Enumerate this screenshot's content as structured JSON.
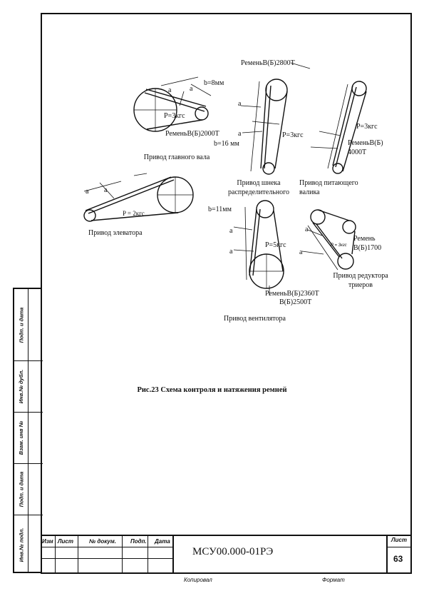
{
  "labels": {
    "b8": "b=8мм",
    "a": "а",
    "p3_main": "P=3кгс",
    "belt_2000": "РеменьВ(Б)2000Т",
    "main_shaft": "Привод главного вала",
    "belt_2800": "РеменьВ(Б)2800Т",
    "p3_auger": "P=3кгс",
    "b16": "b=16 мм",
    "auger": "Привод шнека распределительного",
    "p3_feed": "P=3кгс",
    "belt_4000": "РеменьВ(Б) 4000Т",
    "feed": "Привод питающего валика",
    "p2": "P = 2кгс",
    "elevator": "Привод элеватора",
    "b11": "b=11мм",
    "p5": "P=5кгс",
    "belt_2360": "РеменьВ(Б)2360Т",
    "belt_2500": "В(Б)2500Т",
    "fan": "Привод вентилятора",
    "p3_trier": "P = 3кгс",
    "belt_1700": "Ремень В(Б)1700",
    "trier": "Привод редуктора триеров"
  },
  "caption": "Рис.23 Схема контроля и натяжения ремней",
  "side_table": [
    "Подп. и дата",
    "Инв.№ дубл.",
    "Взам. инв №",
    "Подп. и дата",
    "Инв.№ подл."
  ],
  "title_block": {
    "headers": [
      "Изм",
      "Лист",
      "№ докум.",
      "Подп.",
      "Дата"
    ],
    "doc_code": "МСУ00.000-01РЭ",
    "sheet_label": "Лист",
    "sheet_number": "63"
  },
  "footer": {
    "copied": "Копировал",
    "format": "Формат"
  }
}
